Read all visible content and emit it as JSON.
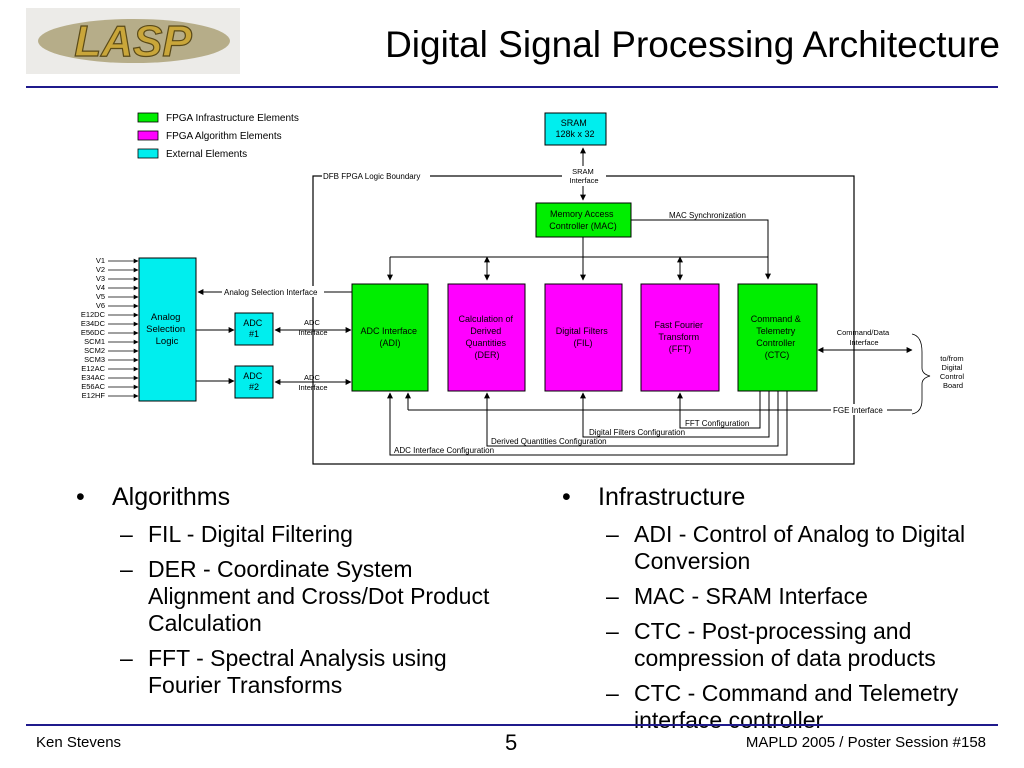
{
  "header": {
    "logo_text": "LASP",
    "title": "Digital Signal Processing Architecture"
  },
  "legend": [
    {
      "label": "FPGA Infrastructure Elements",
      "color": "#00ee00"
    },
    {
      "label": "FPGA Algorithm Elements",
      "color": "#ff00ff"
    },
    {
      "label": "External Elements",
      "color": "#00eeee"
    }
  ],
  "diagram": {
    "boundary_label": "DFB FPGA Logic Boundary",
    "sram": [
      "SRAM",
      "128k x 32"
    ],
    "sram_interface": [
      "SRAM",
      "Interface"
    ],
    "mac": [
      "Memory Access",
      "Controller (MAC)"
    ],
    "mac_sync": "MAC Synchronization",
    "analog_selection": [
      "Analog",
      "Selection",
      "Logic"
    ],
    "analog_selection_interface": "Analog Selection Interface",
    "adc1": [
      "ADC",
      "#1"
    ],
    "adc2": [
      "ADC",
      "#2"
    ],
    "adc_interface_label": [
      "ADC",
      "Interface"
    ],
    "adi": [
      "ADC Interface",
      "(ADI)"
    ],
    "der": [
      "Calculation of",
      "Derived",
      "Quantities",
      "(DER)"
    ],
    "fil": [
      "Digital Filters",
      "(FIL)"
    ],
    "fft": [
      "Fast Fourier",
      "Transform",
      "(FFT)"
    ],
    "ctc": [
      "Command &",
      "Telemetry",
      "Controller",
      "(CTC)"
    ],
    "command_data_interface": [
      "Command/Data",
      "Interface"
    ],
    "to_from": [
      "to/from",
      "Digital",
      "Control",
      "Board"
    ],
    "fge_interface": "FGE Interface",
    "fft_config": "FFT Configuration",
    "fil_config": "Digital Filters Configuration",
    "der_config": "Derived Quantities Configuration",
    "adi_config": "ADC Interface Configuration",
    "inputs": [
      "V1",
      "V2",
      "V3",
      "V4",
      "V5",
      "V6",
      "E12DC",
      "E34DC",
      "E56DC",
      "SCM1",
      "SCM2",
      "SCM3",
      "E12AC",
      "E34AC",
      "E56AC",
      "E12HF"
    ]
  },
  "algorithms": {
    "heading": "Algorithms",
    "items": [
      "FIL - Digital Filtering",
      "DER - Coordinate System Alignment and Cross/Dot Product Calculation",
      "FFT - Spectral Analysis using Fourier Transforms"
    ]
  },
  "infrastructure": {
    "heading": "Infrastructure",
    "items": [
      "ADI - Control of Analog to Digital Conversion",
      "MAC - SRAM Interface",
      "CTC - Post-processing and compression of data products",
      "CTC - Command and Telemetry interface controller"
    ]
  },
  "footer": {
    "author": "Ken Stevens",
    "page": "5",
    "conference": "MAPLD 2005 / Poster Session #158"
  }
}
